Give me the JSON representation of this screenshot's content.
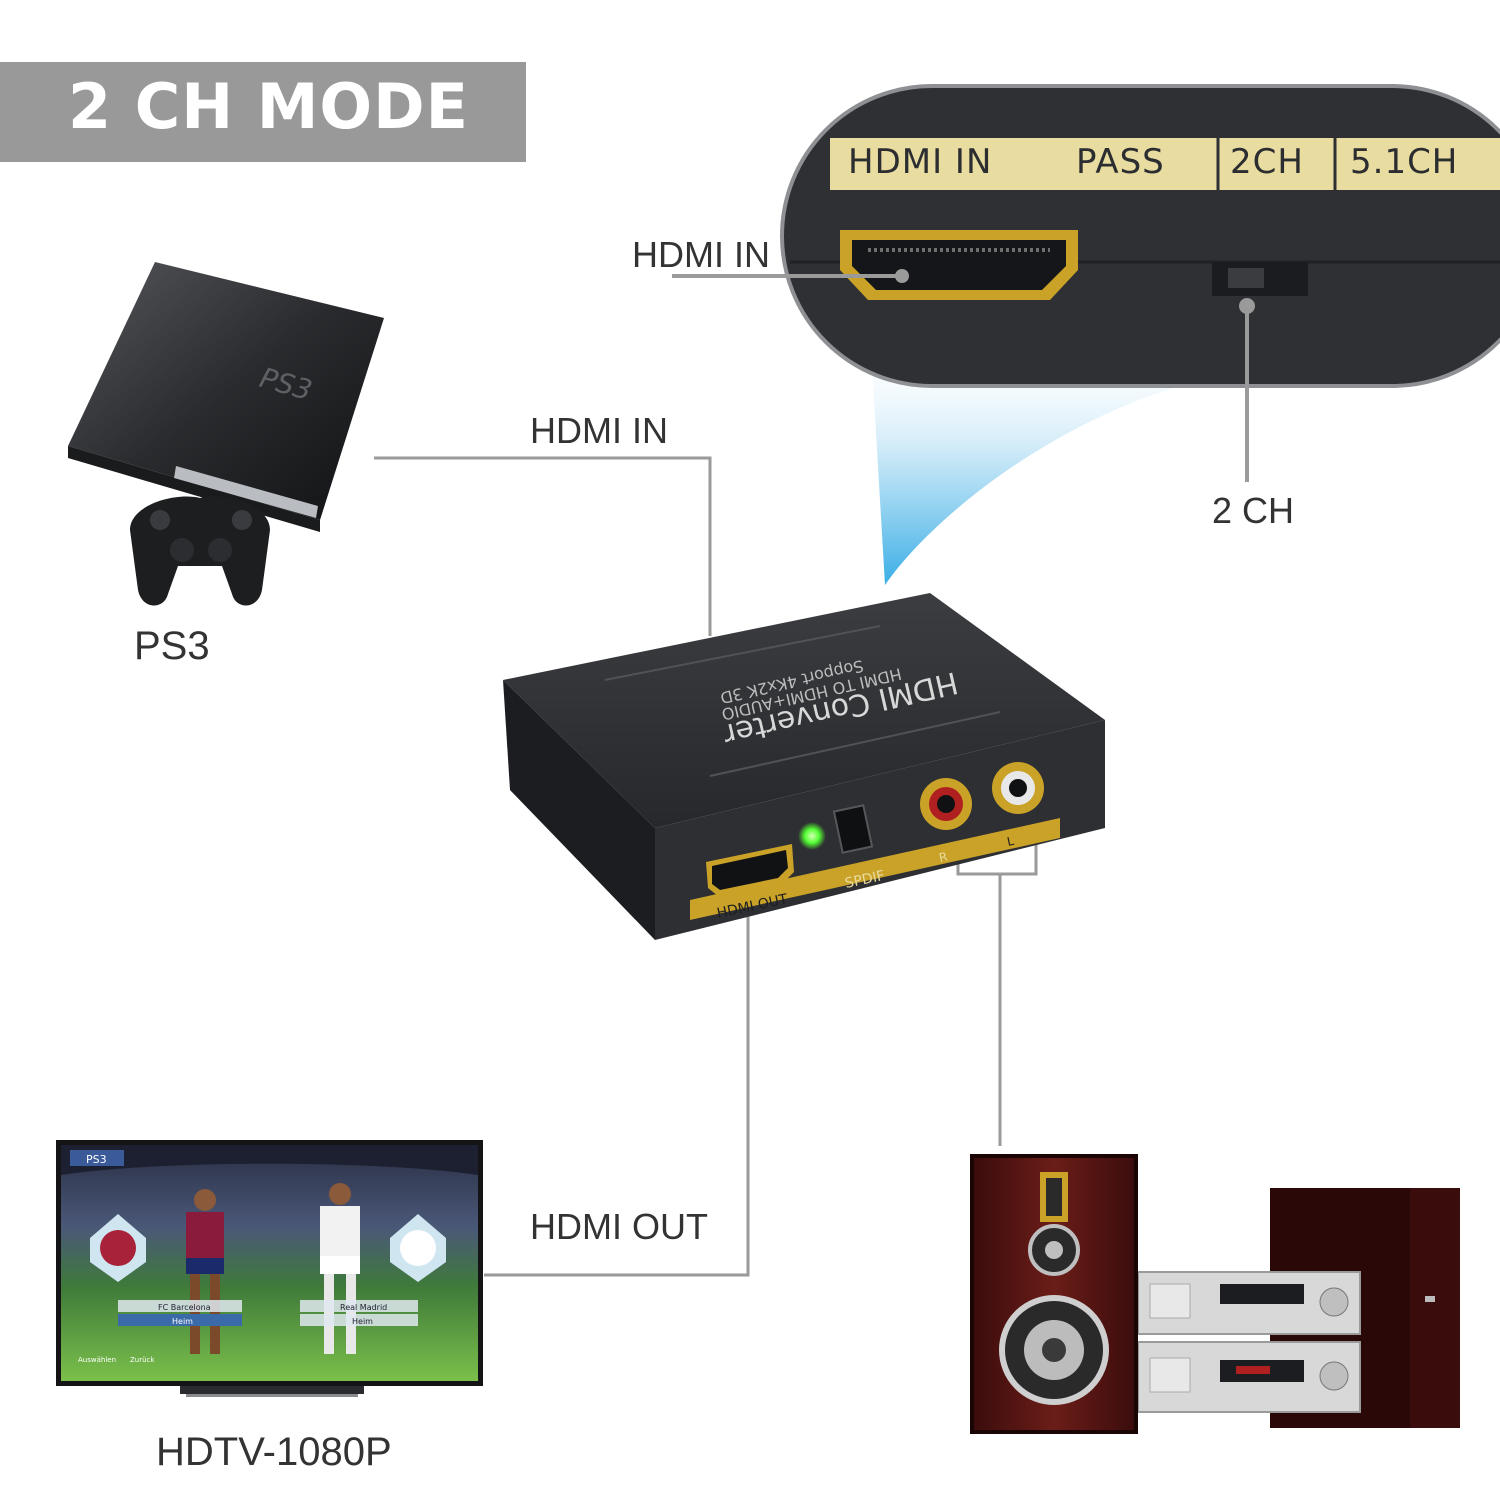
{
  "mode": {
    "title": "2 CH MODE"
  },
  "zoom_panel": {
    "strip_labels": [
      "HDMI IN",
      "PASS",
      "2CH",
      "5.1CH"
    ],
    "callout_hdmi_in": "HDMI IN",
    "callout_switch": "2 CH"
  },
  "source": {
    "name": "PS3",
    "console_logo": "PS3",
    "link_label": "HDMI IN"
  },
  "converter": {
    "title": "HDMI Converter",
    "subtitle": "HDMI TO HDMI+AUDIO",
    "subtitle2": "Sopport 4Kx2K 3D",
    "port_hdmi_out": "HDMI OUT",
    "port_spdif": "SPDIF",
    "port_r": "R",
    "port_l": "L"
  },
  "display": {
    "name": "HDTV-1080P",
    "link_label": "HDMI OUT",
    "screen_badge": "PS3",
    "team_left": "FC Barcelona",
    "team_right": "Real Madrid",
    "menu_left": "Heim",
    "menu_right": "Heim",
    "hint_left": "Auswählen",
    "hint_right": "Zurück"
  },
  "colors": {
    "banner": "#999999",
    "gold": "#c9a227",
    "strip": "#e8dca0",
    "device": "#2b2d30",
    "line": "#9a9a9a",
    "led": "#55ff33",
    "beam": "#4fb8e8"
  },
  "icons": [
    "hdmi-port-icon",
    "rca-jack-icon",
    "optical-port-icon",
    "led-icon",
    "speaker-icon",
    "gamepad-icon"
  ]
}
